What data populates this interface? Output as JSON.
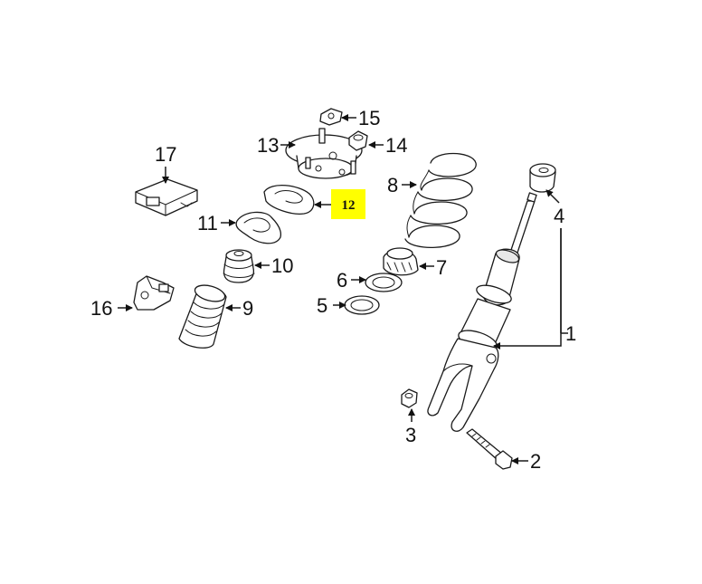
{
  "highlight_color": "#ffff00",
  "callouts": {
    "c1": "1",
    "c2": "2",
    "c3": "3",
    "c4": "4",
    "c5": "5",
    "c6": "6",
    "c7": "7",
    "c8": "8",
    "c9": "9",
    "c10": "10",
    "c11": "11",
    "c12": "12",
    "c13": "13",
    "c14": "14",
    "c15": "15",
    "c16": "16",
    "c17": "17"
  },
  "highlighted_callout": "12"
}
